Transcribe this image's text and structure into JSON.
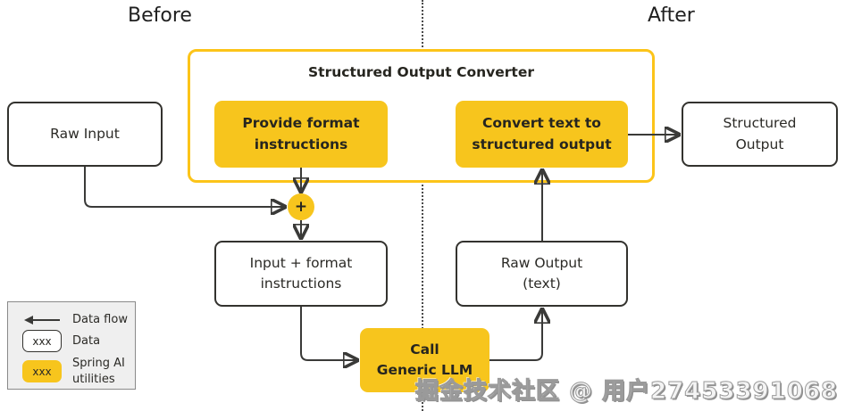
{
  "header": {
    "before": "Before",
    "after": "After"
  },
  "group": {
    "title": "Structured Output Converter"
  },
  "nodes": {
    "raw_input": "Raw Input",
    "provide_format": "Provide format\ninstructions",
    "convert_text": "Convert text to\nstructured  output",
    "structured_output": "Structured\nOutput",
    "plus": "+",
    "input_format": "Input + format\ninstructions",
    "raw_output": "Raw Output\n(text)",
    "call_llm": "Call\nGeneric LLM"
  },
  "legend": {
    "data_flow_label": "Data flow",
    "data_sample": "xxx",
    "data_label": "Data",
    "spring_sample": "xxx",
    "spring_label": "Spring AI\nutilities"
  },
  "watermark": "掘金技术社区 @ 用户27453391068",
  "colors": {
    "node_yellow": "#F7C51D",
    "group_border": "#FCC419",
    "node_border": "#33322E",
    "arrow": "#3A3A38",
    "legend_bg": "#EFEFEF"
  }
}
